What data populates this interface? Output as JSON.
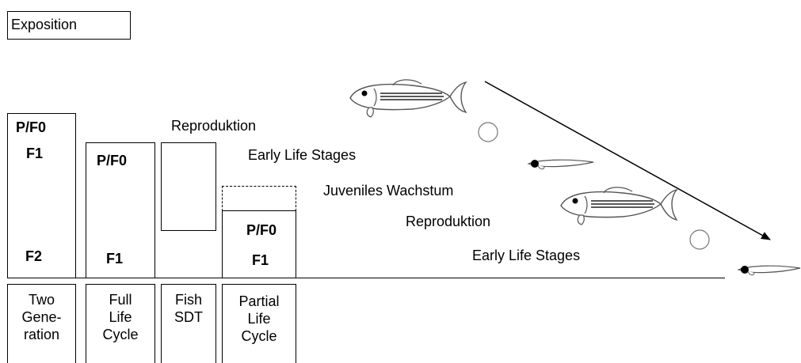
{
  "exposition_label": "Exposition",
  "columns": [
    {
      "id": "two-generation",
      "bars": [
        "P/F0",
        "F1",
        "F2"
      ],
      "footer": [
        "Two",
        "Gene-",
        "ration"
      ]
    },
    {
      "id": "full-life-cycle",
      "bars": [
        "P/F0",
        "F1"
      ],
      "footer": [
        "Full",
        "Life",
        "Cycle"
      ]
    },
    {
      "id": "fish-sdt",
      "bars": [],
      "footer": [
        "Fish",
        "SDT"
      ]
    },
    {
      "id": "partial-life-cycle",
      "bars": [
        "P/F0",
        "F1"
      ],
      "footer": [
        "Partial",
        "Life",
        "Cycle"
      ]
    }
  ],
  "stages": [
    "Reproduktion",
    "Early Life Stages",
    "Juveniles Wachstum",
    "Reproduktion",
    "Early Life Stages"
  ],
  "icons": [
    "adult-fish-icon",
    "egg-icon",
    "larva-icon",
    "adult-fish-icon",
    "egg-icon",
    "larva-icon"
  ]
}
